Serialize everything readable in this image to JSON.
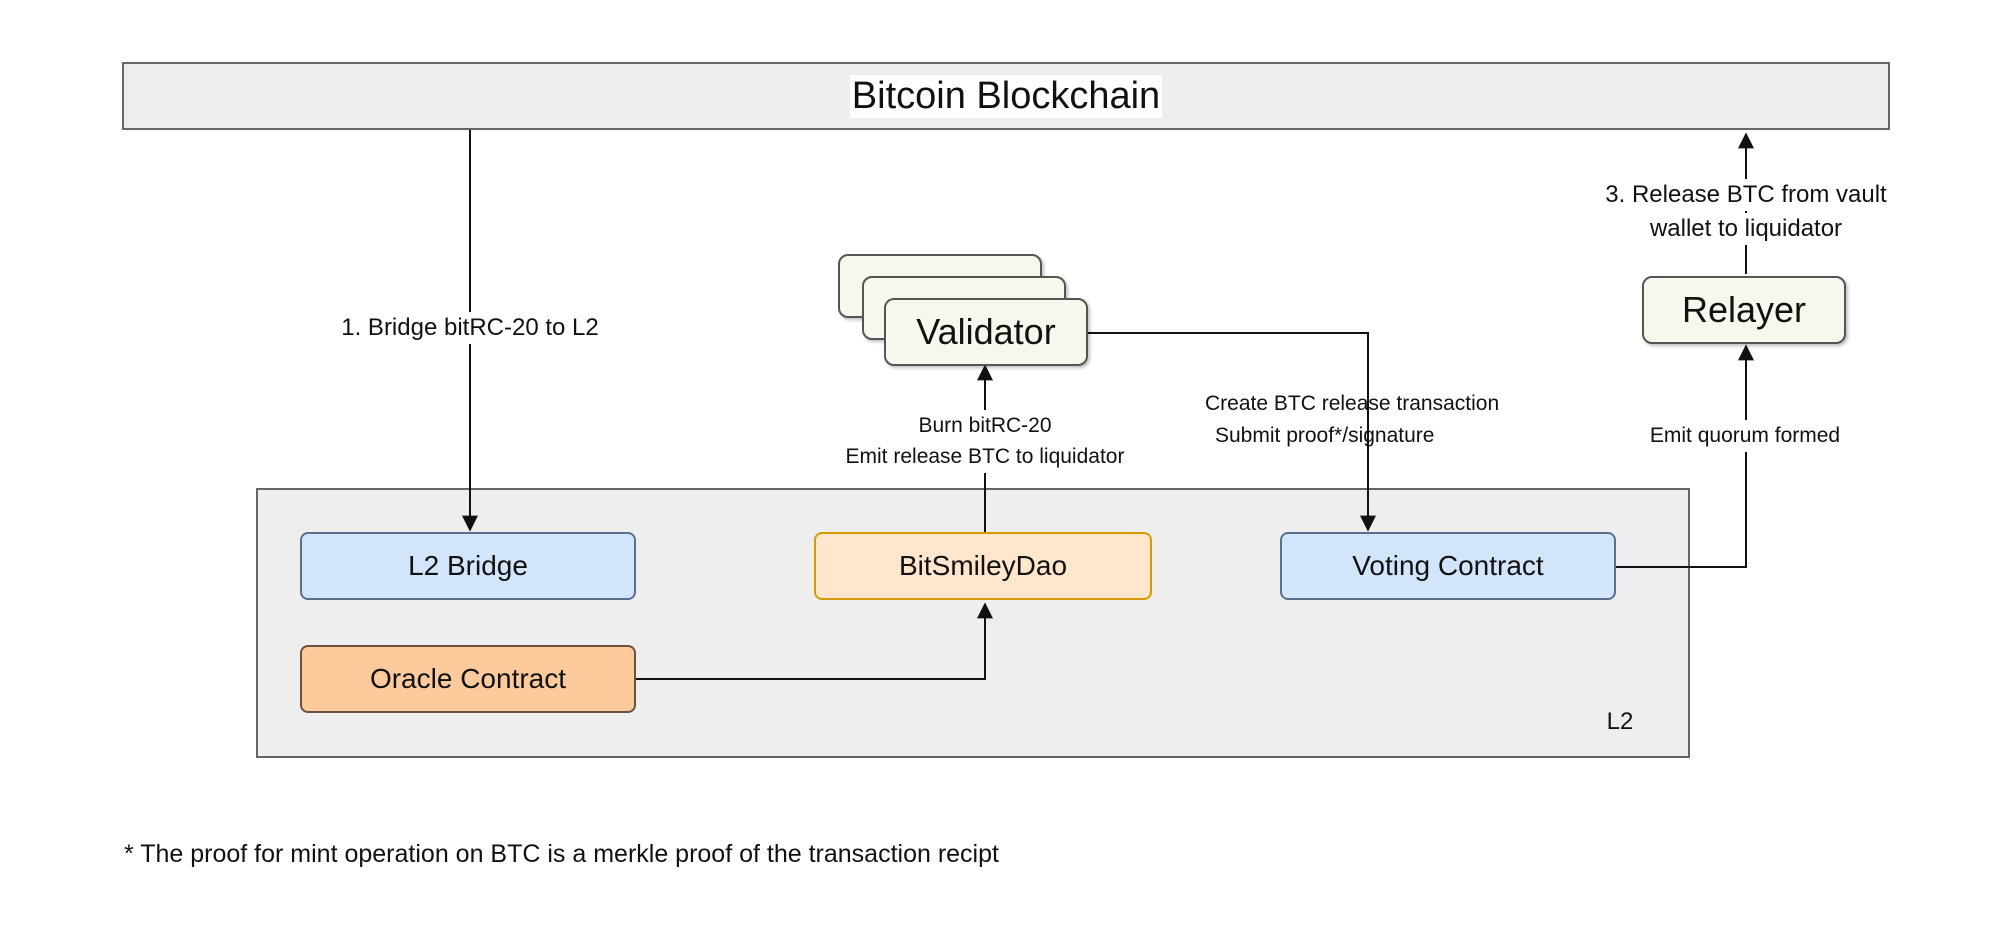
{
  "header": {
    "title": "Bitcoin Blockchain"
  },
  "layer": {
    "label": "L2"
  },
  "nodes": {
    "l2_bridge": "L2 Bridge",
    "oracle_contract": "Oracle Contract",
    "bitsmiley_dao": "BitSmileyDao",
    "voting_contract": "Voting Contract",
    "validator": "Validator",
    "relayer": "Relayer"
  },
  "edges": {
    "step1": "1. Bridge bitRC-20 to L2",
    "burn_line1": "Burn bitRC-20",
    "burn_line2": "Emit release BTC to  liquidator",
    "create_line1": "Create BTC release transaction",
    "create_line2": "Submit proof*/signature",
    "quorum": "Emit quorum formed",
    "step3_line1": "3. Release BTC from vault",
    "step3_line2": "wallet to liquidator"
  },
  "footnote": "* The proof for mint operation on BTC is a merkle proof of the transaction recipt",
  "colors": {
    "header_fill": "#eeeeee",
    "layer_fill": "#eeeeee",
    "blue_fill": "#d3e5fb",
    "blue_border": "#6c8ebf",
    "orange_fill": "#fdca9c",
    "peach_fill": "#ffe6cc",
    "peach_border": "#d79b00",
    "cream_fill": "#f8f7ee"
  }
}
